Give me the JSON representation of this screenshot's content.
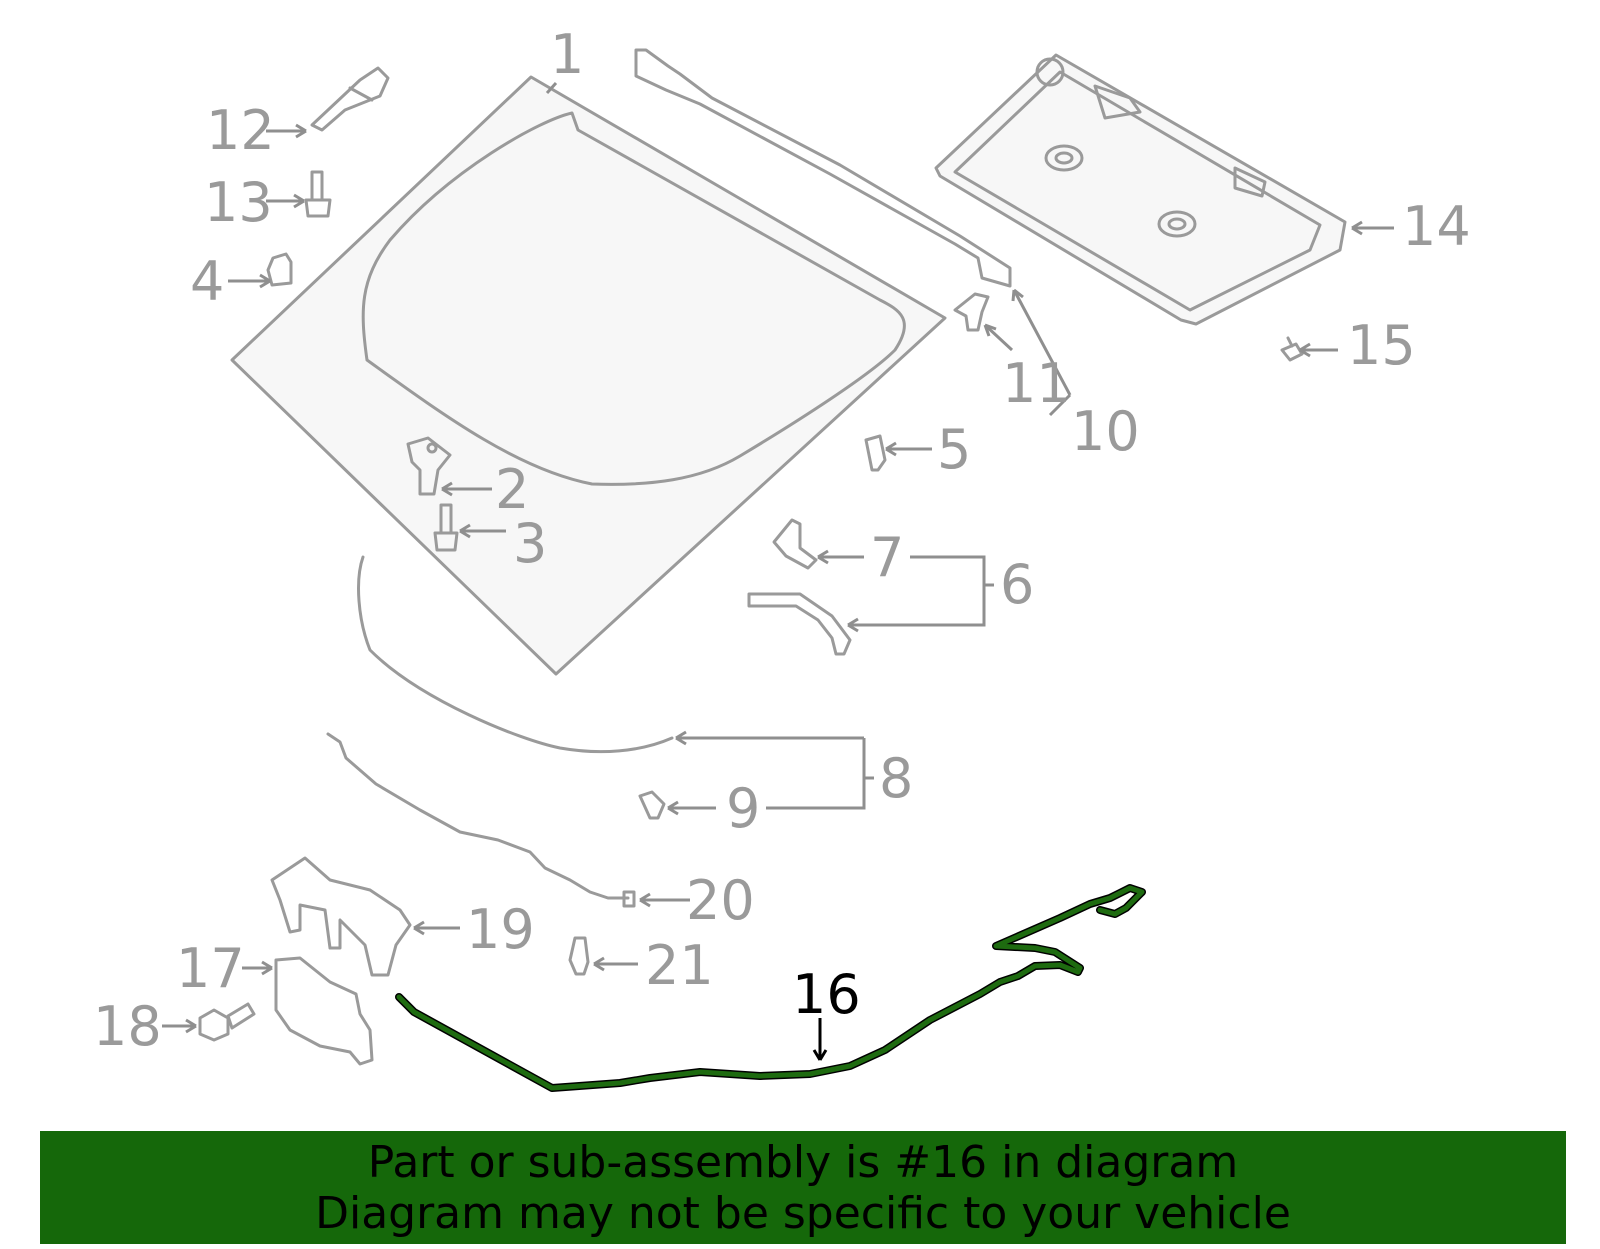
{
  "callouts": {
    "c1": "1",
    "c2": "2",
    "c3": "3",
    "c4": "4",
    "c5": "5",
    "c6": "6",
    "c7": "7",
    "c8": "8",
    "c9": "9",
    "c10": "10",
    "c11": "11",
    "c12": "12",
    "c13": "13",
    "c14": "14",
    "c15": "15",
    "c16": "16",
    "c17": "17",
    "c18": "18",
    "c19": "19",
    "c20": "20",
    "c21": "21"
  },
  "highlight": {
    "part_number": "16",
    "color": "#1e6b10"
  },
  "banner": {
    "line1": "Part or sub-assembly is #16 in diagram",
    "line2": "Diagram may not be specific to your vehicle",
    "background": "#15680a"
  }
}
